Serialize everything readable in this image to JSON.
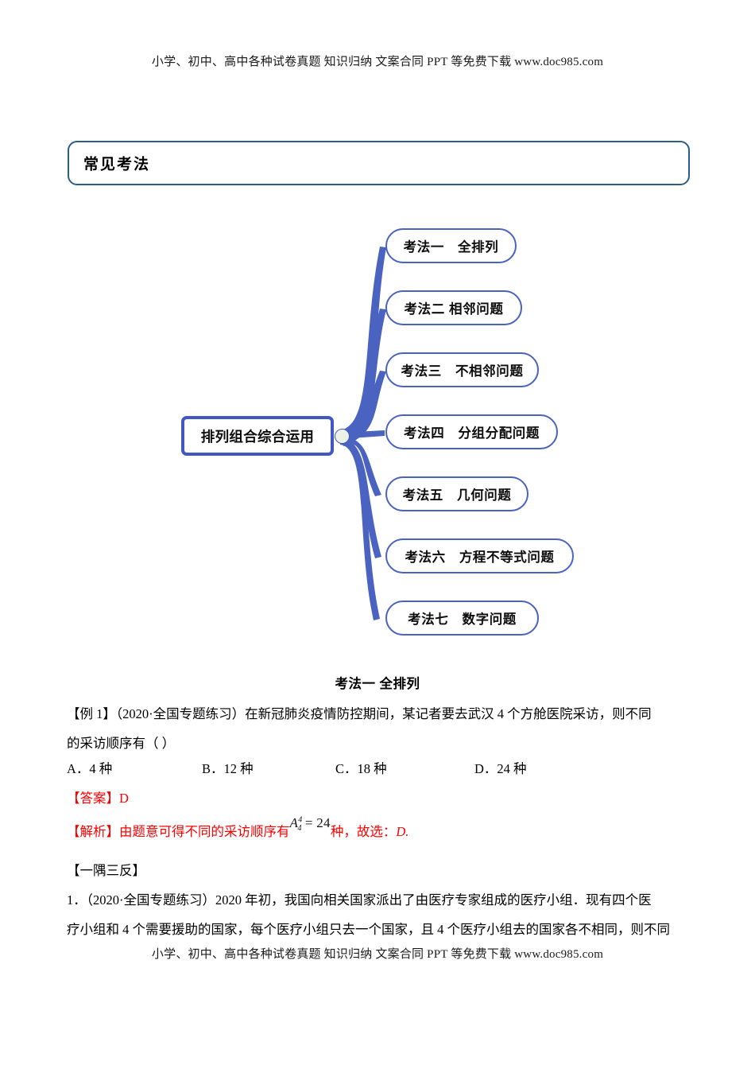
{
  "running_head": "小学、初中、高中各种试卷真题 知识归纳 文案合同 PPT 等免费下载    www.doc985.com",
  "running_foot": "小学、初中、高中各种试卷真题 知识归纳 文案合同 PPT 等免费下载    www.doc985.com",
  "colors": {
    "title_border": "#2d5c86",
    "node_border": "#4a62c0",
    "center_border": "#4257c4",
    "connector": "#4a62c0",
    "answer_red": "#ff0000"
  },
  "title_box": {
    "label": "常见考法"
  },
  "mindmap": {
    "center_node": "排列组合综合运用",
    "branches": [
      {
        "label": "考法一　全排列"
      },
      {
        "label": "考法二 相邻问题"
      },
      {
        "label": "考法三　不相邻问题"
      },
      {
        "label": "考法四　分组分配问题"
      },
      {
        "label": "考法五　几何问题"
      },
      {
        "label": "考法六　方程不等式问题"
      },
      {
        "label": "考法七　数字问题"
      }
    ]
  },
  "content": {
    "section_heading": "考法一 全排列",
    "example": {
      "line1": "【例 1】（2020·全国专题练习）在新冠肺炎疫情防控期间，某记者要去武汉 4 个方舱医院采访，则不同",
      "line2": "的采访顺序有（     ）"
    },
    "options": [
      {
        "label": "A．4 种"
      },
      {
        "label": "B．12 种"
      },
      {
        "label": "C．18 种"
      },
      {
        "label": "D．24 种"
      }
    ],
    "answer": {
      "tag": "【答案】",
      "value": "D"
    },
    "analysis": {
      "tag": "【解析】",
      "text_before": "由题意可得不同的采访顺序有",
      "formula": {
        "base": "A",
        "sup": "4",
        "sub": "4",
        "equals": "= 24"
      },
      "text_after": "种，故选：",
      "choice": "D."
    },
    "practice_heading": "【一隅三反】",
    "practice_q1": {
      "line1": "1．（2020·全国专题练习）2020 年初，我国向相关国家派出了由医疗专家组成的医疗小组．现有四个医",
      "line2": "疗小组和 4 个需要援助的国家，每个医疗小组只去一个国家，且 4 个医疗小组去的国家各不相同，则不同"
    }
  }
}
